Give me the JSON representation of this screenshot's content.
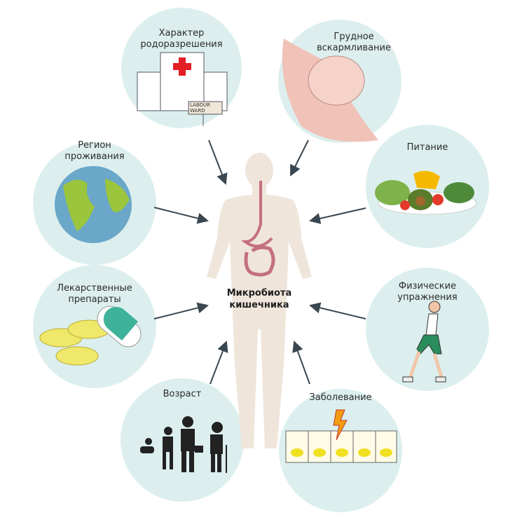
{
  "center": {
    "line1": "Микробиота",
    "line2": "кишечника"
  },
  "factors": [
    {
      "line1": "Характер",
      "line2": "родоразрешения",
      "sign": {
        "line1": "LABOUR",
        "line2": "WARD"
      }
    },
    {
      "line1": "Грудное",
      "line2": "вскармливание"
    },
    {
      "line1": "Регион",
      "line2": "проживания"
    },
    {
      "line1": "Питание",
      "line2": ""
    },
    {
      "line1": "Лекарственные",
      "line2": "препараты"
    },
    {
      "line1": "Физические",
      "line2": "упражнения"
    },
    {
      "line1": "Возраст",
      "line2": ""
    },
    {
      "line1": "Заболевание",
      "line2": ""
    }
  ],
  "colors": {
    "circle": "#dcefee",
    "body": "#efe5db",
    "arrow": "#3a4750",
    "accent": "#e31e24"
  }
}
